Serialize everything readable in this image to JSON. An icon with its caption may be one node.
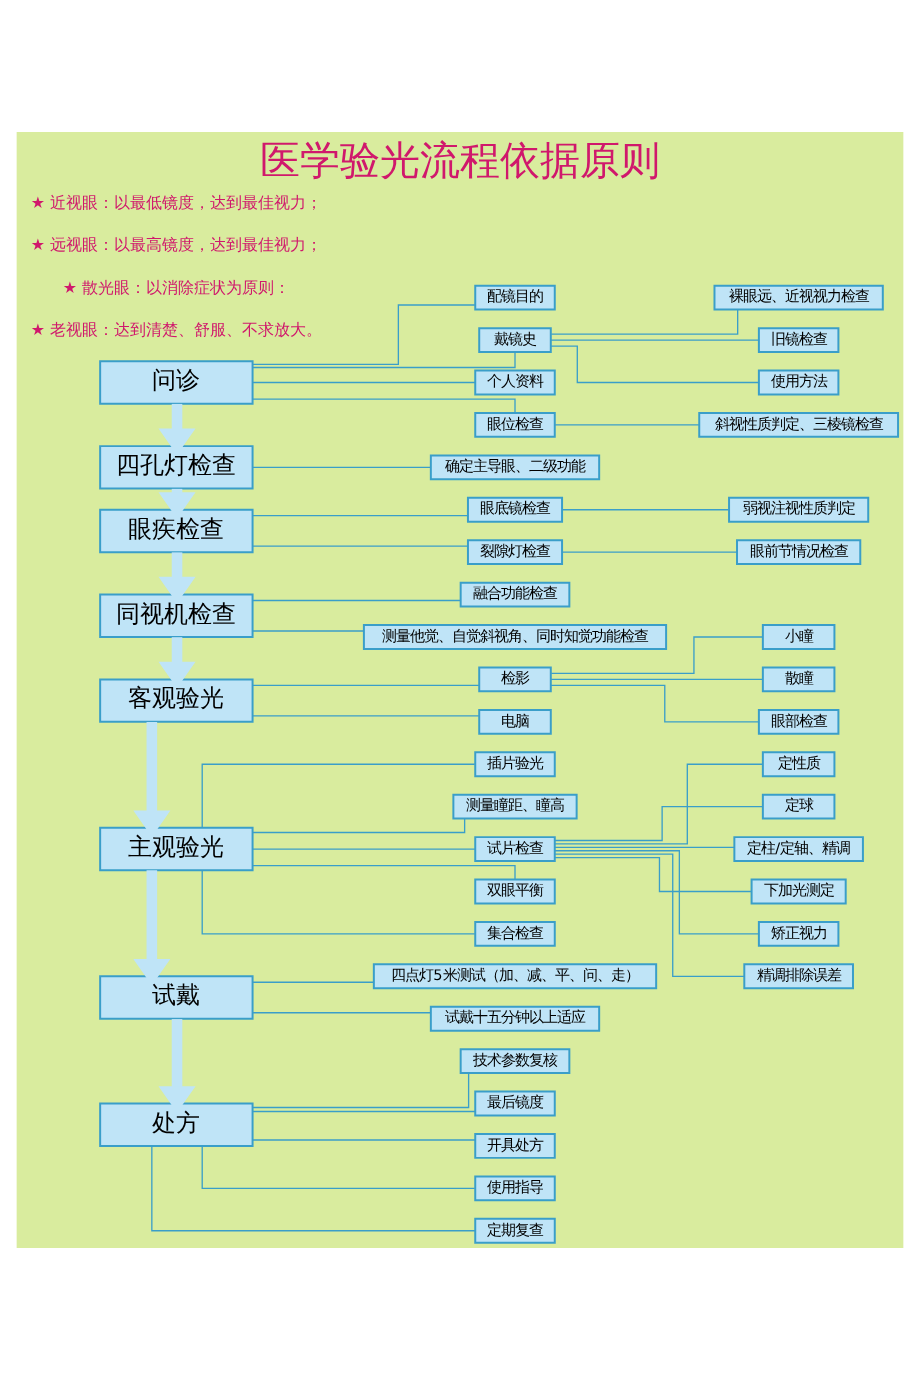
{
  "diagram": {
    "title": "医学验光流程依据原则",
    "nodes": [
      {
        "text": [
          "问诊"
        ]
      },
      {
        "text": [
          "配镜目的"
        ]
      },
      {
        "text": [
          "戴镜史"
        ]
      },
      {
        "text": [
          "个人资料"
        ]
      },
      {
        "text": [
          "眼位检查"
        ]
      },
      {
        "text": [
          "裸眼远、近视视力检查"
        ]
      },
      {
        "text": [
          "旧镜检查"
        ]
      },
      {
        "text": [
          "使用方法"
        ]
      },
      {
        "text": [
          "斜视性质判定、三棱镜检查"
        ]
      },
      {
        "text": [
          "四孔灯检查"
        ]
      },
      {
        "text": [
          "确定主导眼、二级功能"
        ]
      },
      {
        "text": [
          "眼疾检查"
        ]
      },
      {
        "text": [
          "眼底镜检查"
        ]
      },
      {
        "text": [
          "弱视注视性质判定"
        ]
      },
      {
        "text": [
          "裂隙灯检查"
        ]
      },
      {
        "text": [
          "眼前节情况检查"
        ]
      },
      {
        "text": [
          "同视机检查"
        ]
      },
      {
        "text": [
          "融合功能检查"
        ]
      },
      {
        "text": [
          "测量他觉、自觉斜视角、同时知觉功能检查"
        ]
      },
      {
        "text": [
          "客观验光"
        ]
      },
      {
        "text": [
          "检影"
        ]
      },
      {
        "text": [
          "小瞳"
        ]
      },
      {
        "text": [
          "散瞳"
        ]
      },
      {
        "text": [
          "眼部检查"
        ]
      },
      {
        "text": [
          "电脑"
        ]
      },
      {
        "text": [
          "主观验光"
        ]
      },
      {
        "text": [
          "插片验光"
        ]
      },
      {
        "text": [
          "测量瞳距、瞳高"
        ]
      },
      {
        "text": [
          "试片检查"
        ]
      },
      {
        "text": [
          "双眼平衡"
        ]
      },
      {
        "text": [
          "集合检查"
        ]
      },
      {
        "text": [
          "定性质"
        ]
      },
      {
        "text": [
          "定球"
        ]
      },
      {
        "text": [
          "定柱/定轴、精调"
        ]
      },
      {
        "text": [
          "下加光测定"
        ]
      },
      {
        "text": [
          "矫正视力"
        ]
      },
      {
        "text": [
          "精调排除误差"
        ]
      },
      {
        "text": [
          "试戴"
        ]
      },
      {
        "text": [
          "四点灯5米测试（加、减、平、问、走）"
        ]
      },
      {
        "text": [
          "试戴十五分钟以上适应"
        ]
      },
      {
        "text": [
          "处方"
        ]
      },
      {
        "text": [
          "技术参数复核"
        ]
      },
      {
        "text": [
          "最后镜度"
        ]
      },
      {
        "text": [
          "开具处方"
        ]
      },
      {
        "text": [
          "使用指导"
        ]
      },
      {
        "text": [
          "定期复查"
        ]
      }
    ],
    "edges": [
      {
        "from": 0,
        "to": 1,
        "arrow": "none"
      },
      {
        "from": 0,
        "to": 2,
        "arrow": "none"
      },
      {
        "from": 0,
        "to": 3,
        "arrow": "none"
      },
      {
        "from": 0,
        "to": 4,
        "arrow": "none"
      },
      {
        "from": 2,
        "to": 5,
        "arrow": "none"
      },
      {
        "from": 2,
        "to": 6,
        "arrow": "none"
      },
      {
        "from": 2,
        "to": 7,
        "arrow": "none"
      },
      {
        "from": 4,
        "to": 8,
        "arrow": "none"
      },
      {
        "from": 0,
        "to": 9,
        "arrow": "to",
        "style": "thick",
        "color": "#bfe4f7"
      },
      {
        "from": 9,
        "to": 10,
        "arrow": "none"
      },
      {
        "from": 9,
        "to": 11,
        "arrow": "to",
        "style": "thick",
        "color": "#bfe4f7"
      },
      {
        "from": 11,
        "to": 12,
        "arrow": "none"
      },
      {
        "from": 11,
        "to": 14,
        "arrow": "none"
      },
      {
        "from": 12,
        "to": 13,
        "arrow": "none"
      },
      {
        "from": 14,
        "to": 15,
        "arrow": "none"
      },
      {
        "from": 11,
        "to": 16,
        "arrow": "to",
        "style": "thick",
        "color": "#bfe4f7"
      },
      {
        "from": 16,
        "to": 17,
        "arrow": "none"
      },
      {
        "from": 16,
        "to": 18,
        "arrow": "none"
      },
      {
        "from": 16,
        "to": 19,
        "arrow": "to",
        "style": "thick",
        "color": "#bfe4f7"
      },
      {
        "from": 19,
        "to": 20,
        "arrow": "none"
      },
      {
        "from": 19,
        "to": 24,
        "arrow": "none"
      },
      {
        "from": 20,
        "to": 21,
        "arrow": "none"
      },
      {
        "from": 20,
        "to": 22,
        "arrow": "none"
      },
      {
        "from": 20,
        "to": 23,
        "arrow": "none"
      },
      {
        "from": 19,
        "to": 25,
        "arrow": "to",
        "style": "thick",
        "color": "#bfe4f7"
      },
      {
        "from": 25,
        "to": 26,
        "arrow": "none"
      },
      {
        "from": 25,
        "to": 27,
        "arrow": "none"
      },
      {
        "from": 25,
        "to": 28,
        "arrow": "none"
      },
      {
        "from": 25,
        "to": 29,
        "arrow": "none"
      },
      {
        "from": 25,
        "to": 30,
        "arrow": "none"
      },
      {
        "from": 28,
        "to": 31,
        "arrow": "none"
      },
      {
        "from": 28,
        "to": 32,
        "arrow": "none"
      },
      {
        "from": 28,
        "to": 33,
        "arrow": "none"
      },
      {
        "from": 28,
        "to": 34,
        "arrow": "none"
      },
      {
        "from": 28,
        "to": 35,
        "arrow": "none"
      },
      {
        "from": 28,
        "to": 36,
        "arrow": "none"
      },
      {
        "from": 25,
        "to": 37,
        "arrow": "to",
        "style": "thick",
        "color": "#bfe4f7"
      },
      {
        "from": 37,
        "to": 38,
        "arrow": "none"
      },
      {
        "from": 37,
        "to": 39,
        "arrow": "none"
      },
      {
        "from": 37,
        "to": 40,
        "arrow": "to",
        "style": "thick",
        "color": "#bfe4f7"
      },
      {
        "from": 40,
        "to": 41,
        "arrow": "none"
      },
      {
        "from": 40,
        "to": 42,
        "arrow": "none"
      },
      {
        "from": 40,
        "to": 43,
        "arrow": "none"
      },
      {
        "from": 40,
        "to": 44,
        "arrow": "none"
      },
      {
        "from": 40,
        "to": 45,
        "arrow": "none"
      }
    ],
    "labels": [
      "★ 近视眼：以最低镜度，达到最佳视力；",
      "★ 远视眼：以最高镜度，达到最佳视力；",
      "★ 散光眼：以消除症状为原则：",
      "★ 老视眼：达到清楚、舒服、不求放大。"
    ]
  }
}
